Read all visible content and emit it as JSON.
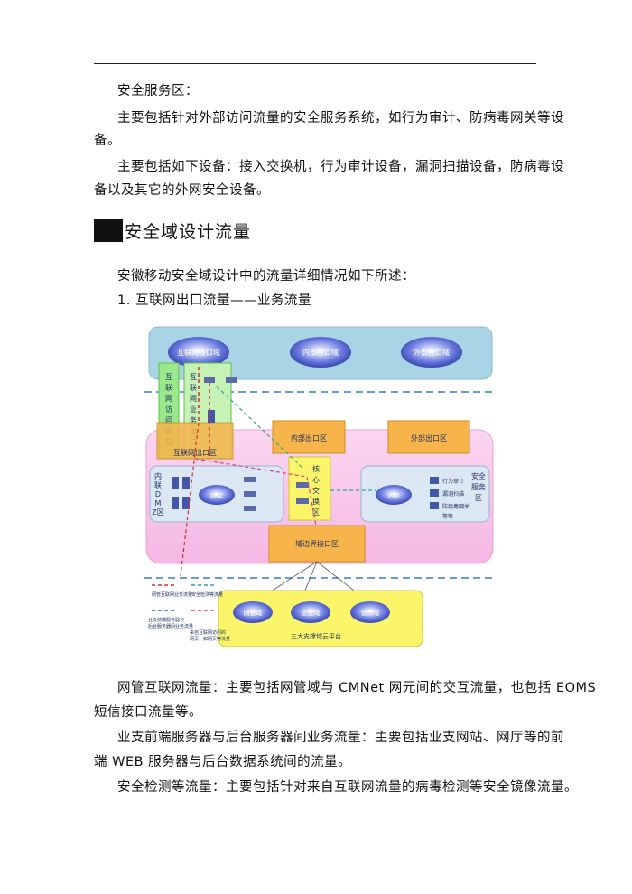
{
  "intro": {
    "heading": "安全服务区：",
    "line1a": "主要包括针对外部访问流量的安全服务系统，如行为审计、防病毒网关等设",
    "line1b": "备。",
    "line2a": "主要包括如下设备：接入交换机，行为审计设备，漏洞扫描设备，防病毒设",
    "line2b": "备以及其它的外网安全设备。"
  },
  "section": {
    "title": "安全域设计流量",
    "desc": "安徽移动安全域设计中的流量详细情况如下所述：",
    "item1": "1.  互联网出口流量——业务流量"
  },
  "diagram": {
    "top_zones": [
      "互联网接口域",
      "内部接口域",
      "外部接口域"
    ],
    "access_v": "互联网访问出口",
    "business_v": "互联网业务出口",
    "internet_exit": "互联网出口区",
    "internal_exit": "内部出口区",
    "external_exit": "外部出口区",
    "core": "核心交换区",
    "dmz": "内联DMZ区",
    "security": "安全服务区",
    "boundary": "域边界接口区",
    "cloud_dmz": "DMZ",
    "cloud_inner": "内网",
    "sec_items": [
      "行为审计",
      "漏洞扫描",
      "防病毒网关",
      "等等"
    ],
    "bottom_zones": [
      "网管域",
      "业支域",
      "管信域"
    ],
    "platform": "三大支撑域云平台",
    "legend": [
      {
        "label": "网管互联网业务流量",
        "color": "#d03030"
      },
      {
        "label": "安全检测等流量",
        "color": "#2aa8a0"
      },
      {
        "label": "业支前端服务器与后台服务器间业务流量",
        "color": "#3050c0"
      },
      {
        "label": "来自互联网访问的网页，如网页等流量",
        "color": "#d04080"
      }
    ]
  },
  "after": {
    "p1a": "网管互联网流量：主要包括网管域与 CMNet 网元间的交互流量，也包括 EOMS",
    "p1b": "短信接口流量等。",
    "p2a": "业支前端服务器与后台服务器间业务流量：主要包括业支网站、网厅等的前",
    "p2b": "端 WEB 服务器与后台数据系统间的流量。",
    "p3": "安全检测等流量：主要包括针对来自互联网流量的病毒检测等安全镜像流量。"
  }
}
